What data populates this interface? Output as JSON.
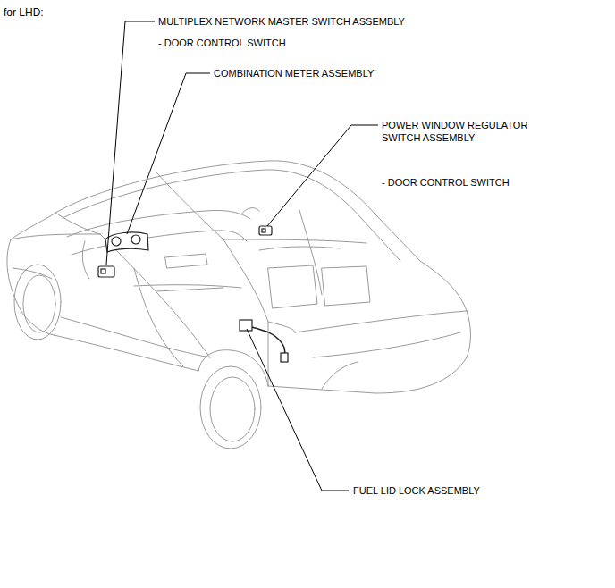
{
  "diagram": {
    "title": "for LHD:",
    "labels": [
      "MULTIPLEX NETWORK MASTER SWITCH ASSEMBLY",
      "- DOOR CONTROL SWITCH",
      "COMBINATION METER ASSEMBLY",
      "POWER WINDOW REGULATOR SWITCH ASSEMBLY",
      "- DOOR CONTROL SWITCH",
      "FUEL LID LOCK ASSEMBLY"
    ]
  }
}
